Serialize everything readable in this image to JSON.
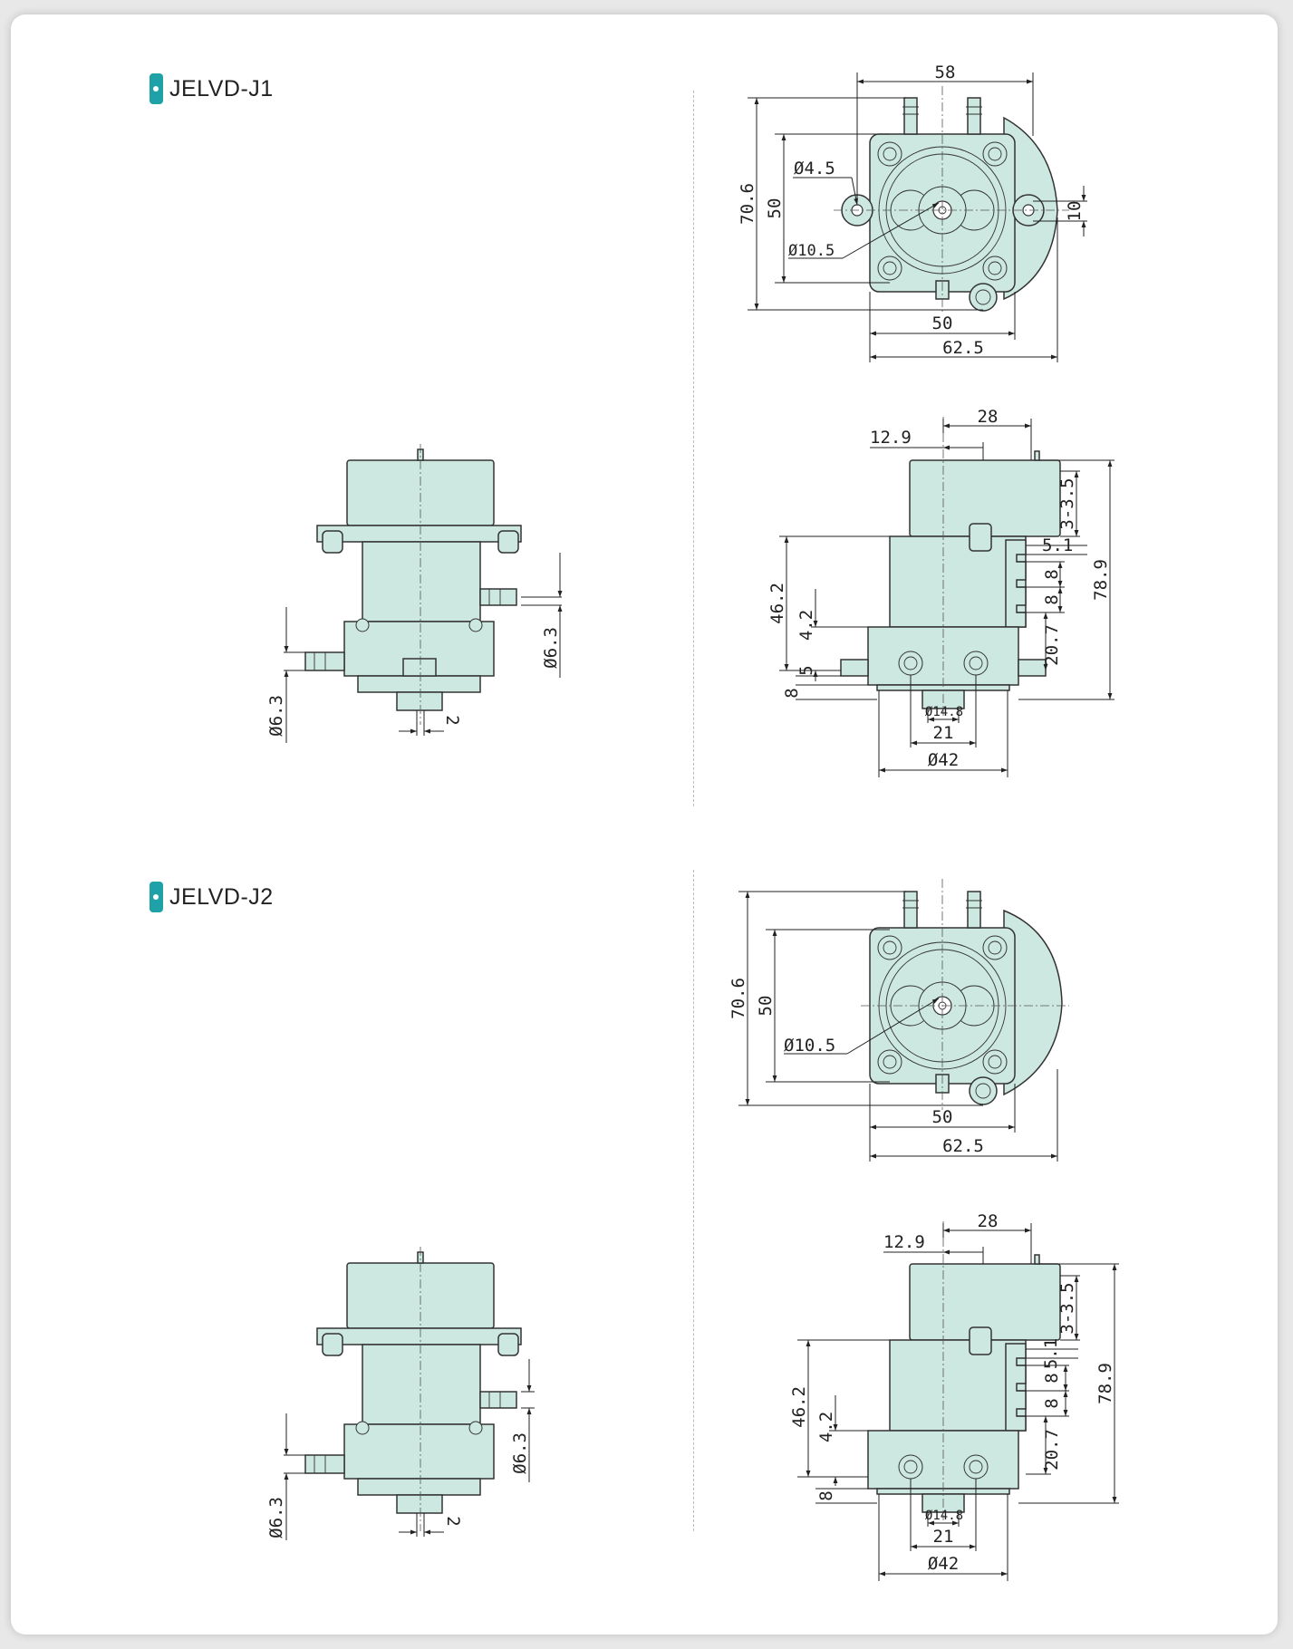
{
  "models": [
    {
      "title": "JELVD-J1",
      "top_view": {
        "width": "58",
        "height": "70.6",
        "inner_height": "50",
        "hole_dia": "Ø4.5",
        "center_dia": "Ø10.5",
        "ear_offset": "10",
        "base_width": "50",
        "overall_width": "62.5"
      },
      "front_view": {
        "offset": "12.9",
        "width": "28",
        "slot": "3-3.5",
        "height": "78.9",
        "body_height": "46.2",
        "step": "5.1",
        "pitch_1": "8",
        "pitch_2": "8",
        "level": "20.7",
        "flange": "4.2",
        "flange_thick": "5",
        "base_thick": "8",
        "port_dia": "Ø14.8",
        "port_spacing": "21",
        "body_dia": "Ø42"
      },
      "side_view": {
        "port_top": "Ø6.3",
        "port_bottom": "Ø6.3",
        "shaft": "2"
      }
    },
    {
      "title": "JELVD-J2",
      "top_view": {
        "height": "70.6",
        "inner_height": "50",
        "center_dia": "Ø10.5",
        "base_width": "50",
        "overall_width": "62.5"
      },
      "front_view": {
        "offset": "12.9",
        "width": "28",
        "slot": "3-3.5",
        "height": "78.9",
        "body_height": "46.2",
        "step": "5.1",
        "pitch_1": "8",
        "pitch_2": "8",
        "level": "20.7",
        "flange": "4.2",
        "base_thick": "8",
        "port_dia": "Ø14.8",
        "port_spacing": "21",
        "body_dia": "Ø42"
      },
      "side_view": {
        "port_top": "Ø6.3",
        "port_bottom": "Ø6.3",
        "shaft": "2"
      }
    }
  ],
  "colors": {
    "accent": "#1fa2a7",
    "body_fill": "#cde8e1",
    "line": "#333333"
  }
}
